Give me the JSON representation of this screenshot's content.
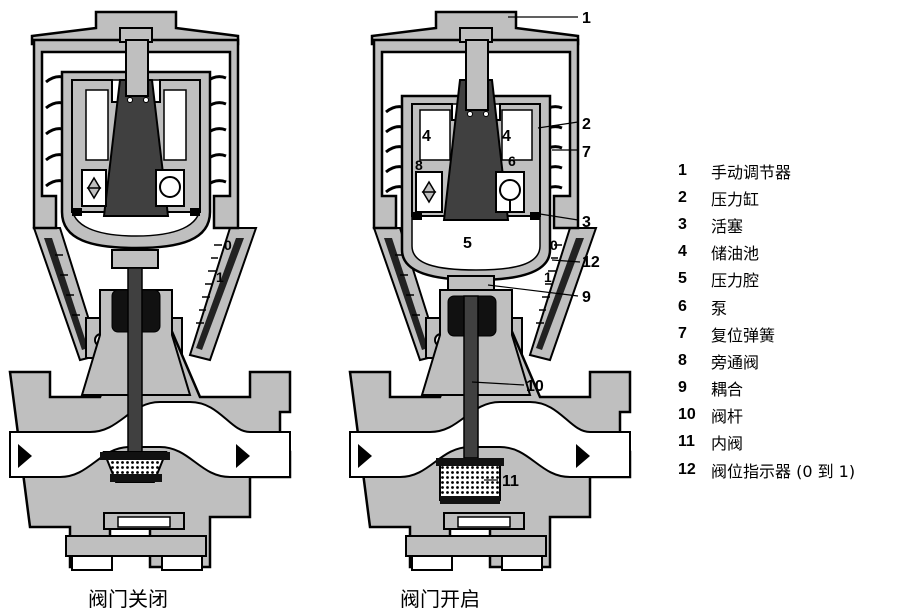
{
  "captions": {
    "closed": "阀门关闭",
    "open": "阀门开启"
  },
  "legend": [
    {
      "num": "1",
      "label": "手动调节器"
    },
    {
      "num": "2",
      "label": "压力缸"
    },
    {
      "num": "3",
      "label": "活塞"
    },
    {
      "num": "4",
      "label": "储油池"
    },
    {
      "num": "5",
      "label": "压力腔"
    },
    {
      "num": "6",
      "label": "泵"
    },
    {
      "num": "7",
      "label": "复位弹簧"
    },
    {
      "num": "8",
      "label": "旁通阀"
    },
    {
      "num": "9",
      "label": "耦合"
    },
    {
      "num": "10",
      "label": "阀杆"
    },
    {
      "num": "11",
      "label": "内阀"
    },
    {
      "num": "12",
      "label": "阀位指示器 (0 到 1)"
    }
  ],
  "callouts": [
    "1",
    "2",
    "7",
    "3",
    "12",
    "9",
    "10",
    "11"
  ],
  "inline_labels": {
    "reservoir": "4",
    "chamber": "5",
    "bypass": "8",
    "pump": "6"
  },
  "scale_marks": {
    "zero": "0",
    "one": "1"
  },
  "colors": {
    "outline": "#000000",
    "body": "#bfbfbf",
    "dark": "#404040",
    "black": "#111111",
    "white": "#ffffff"
  }
}
